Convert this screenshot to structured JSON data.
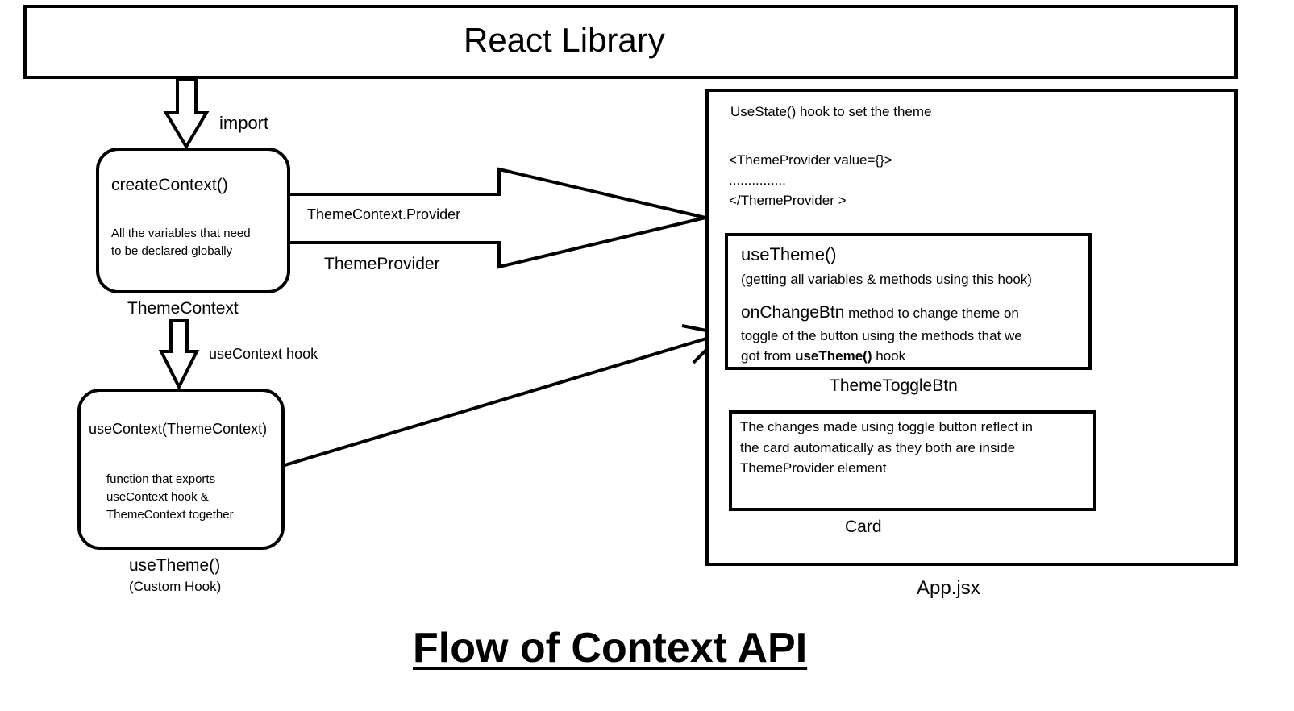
{
  "header": {
    "title": "React Library"
  },
  "theme_context": {
    "import_label": "import",
    "function_name": "createContext()",
    "description_line1": "All the variables that need",
    "description_line2": "to be declared globally",
    "caption": "ThemeContext"
  },
  "provider_arrow": {
    "label_top": "ThemeContext.Provider",
    "label_bottom": "ThemeProvider"
  },
  "use_theme_hook": {
    "arrow_label": "useContext hook",
    "function_name": "useContext(ThemeContext)",
    "description_line1": "function that exports",
    "description_line2": "useContext hook &",
    "description_line3": "ThemeContext together",
    "caption": "useTheme()",
    "caption_sub": "(Custom Hook)"
  },
  "app": {
    "use_state_text": "UseState() hook to set the theme",
    "provider_open": "<ThemeProvider value={}>",
    "provider_dots": "...............",
    "provider_close": "</ThemeProvider >",
    "caption": "App.jsx"
  },
  "toggle_btn": {
    "hook_name": "useTheme()",
    "hook_description": "(getting all variables & methods using this hook)",
    "method_name": "onChangeBtn",
    "method_desc_line1": " method to change theme on",
    "method_desc_line2": "toggle of the button using the methods that we",
    "method_desc_line3_prefix": "got from ",
    "method_desc_line3_bold": "useTheme()",
    "method_desc_line3_suffix": " hook",
    "caption": "ThemeToggleBtn"
  },
  "card": {
    "text_line1": "The changes made using toggle button reflect in",
    "text_line2": "the card automatically as they both are inside",
    "text_line3": "ThemeProvider element",
    "caption": "Card"
  },
  "footer": {
    "title": "Flow of Context API"
  }
}
